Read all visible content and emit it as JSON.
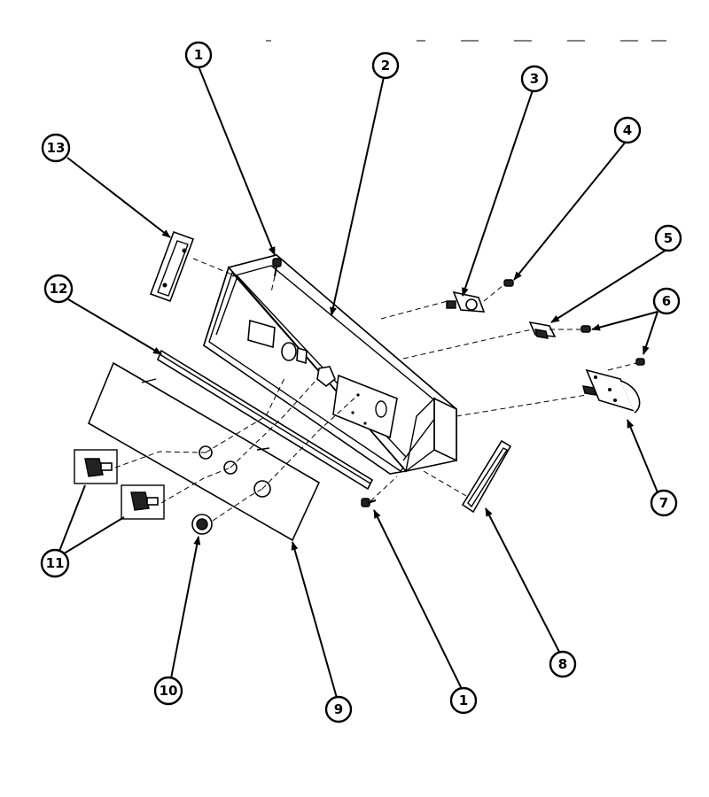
{
  "callouts": [
    {
      "id": "c1a",
      "label": "1"
    },
    {
      "id": "c2",
      "label": "2"
    },
    {
      "id": "c3",
      "label": "3"
    },
    {
      "id": "c4",
      "label": "4"
    },
    {
      "id": "c5",
      "label": "5"
    },
    {
      "id": "c6",
      "label": "6"
    },
    {
      "id": "c7",
      "label": "7"
    },
    {
      "id": "c8",
      "label": "8"
    },
    {
      "id": "c9",
      "label": "9"
    },
    {
      "id": "c10",
      "label": "10"
    },
    {
      "id": "c11",
      "label": "11"
    },
    {
      "id": "c12",
      "label": "12"
    },
    {
      "id": "c13",
      "label": "13"
    },
    {
      "id": "c1b",
      "label": "1"
    }
  ]
}
